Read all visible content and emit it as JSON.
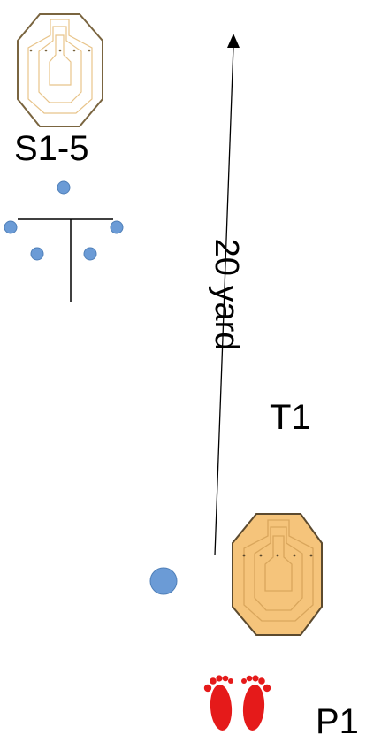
{
  "labels": {
    "steel_group": "S1-5",
    "target": "T1",
    "position": "P1",
    "distance": "20 yard"
  },
  "colors": {
    "paper_target_fill": "#F5C47B",
    "paper_target_outline": "#5C4A2E",
    "paper_target_inner_lines": "#D9A65C",
    "outline_target_stroke": "#7A6540",
    "outline_target_inner_lines": "#E8C48A",
    "steel_plate": "#6B9BD6",
    "steel_plate_stroke": "#4F7FB8",
    "feet": "#E51A1A",
    "line": "#000000"
  },
  "icons": {
    "paper_target": "octagon-target-icon",
    "steel_plate": "circle-plate-icon",
    "position": "footprints-icon",
    "distance": "arrow-up-icon"
  }
}
